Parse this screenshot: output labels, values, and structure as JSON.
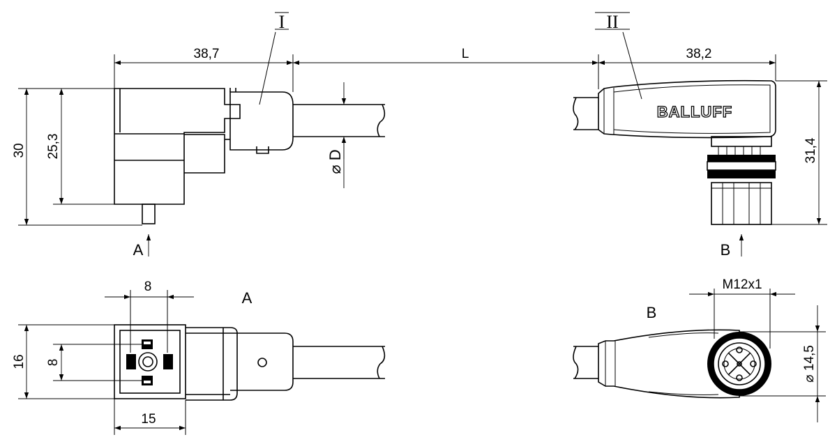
{
  "labels": {
    "part_one": "I",
    "part_two": "II",
    "view_a": "A",
    "view_b": "B",
    "brand": "BALLUFF",
    "diameter_d": "D"
  },
  "dimensions": {
    "length_left": "38,7",
    "length_cable": "L",
    "length_right": "38,2",
    "height_total": "30",
    "height_inner": "25,3",
    "height_right": "31,4",
    "pin_spacing_h": "8",
    "pin_spacing_v": "8",
    "face_height": "16",
    "face_width": "15",
    "thread": "M12x1",
    "diameter_right": "14,5"
  }
}
